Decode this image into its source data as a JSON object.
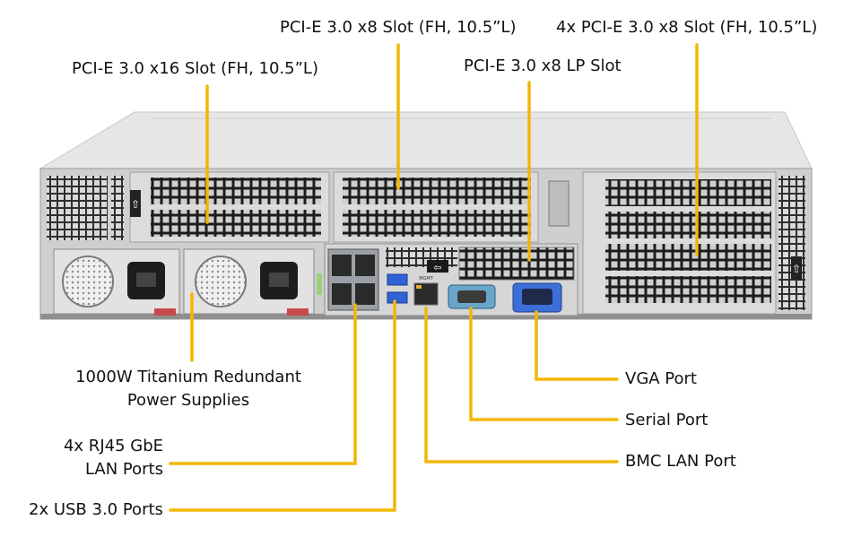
{
  "colors": {
    "callout": "#f2b705",
    "chassis_top": "#e6e6e6",
    "chassis_face": "#cfcfcf",
    "chassis_dark": "#3a3a3a",
    "vga_port": "#3d6fd8",
    "serial_port": "#6aa6c9",
    "usb_port": "#2f62d6",
    "lan_port": "#9aa0a6",
    "psu_green": "#9bd07a"
  },
  "callouts": {
    "pcie_x16": {
      "label": "PCI-E 3.0 x16 Slot (FH, 10.5”L)"
    },
    "pcie_x8": {
      "label": "PCI-E 3.0 x8 Slot (FH, 10.5”L)"
    },
    "pcie_x8_lp": {
      "label": "PCI-E 3.0 x8 LP Slot"
    },
    "pcie_4x_x8": {
      "label": "4x PCI-E 3.0 x8 Slot (FH, 10.5”L)"
    },
    "psu": {
      "line1": "1000W Titanium Redundant",
      "line2": "Power Supplies"
    },
    "rj45": {
      "line1": "4x RJ45 GbE",
      "line2": "LAN Ports"
    },
    "usb": {
      "label": "2x USB 3.0 Ports"
    },
    "vga": {
      "label": "VGA Port"
    },
    "serial": {
      "label": "Serial Port"
    },
    "bmc": {
      "label": "BMC LAN Port"
    }
  },
  "port_text": {
    "mgmt": "MGMT"
  }
}
